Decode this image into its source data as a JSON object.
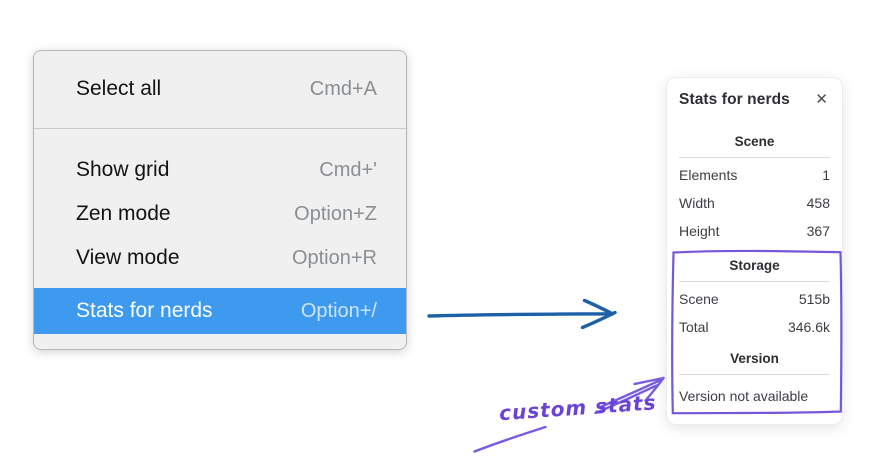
{
  "colors": {
    "menu_highlight": "#3d9aef",
    "menu_background": "#f0f0f1",
    "blue_arrow": "#1c61a8",
    "purple_annotation": "#7557da",
    "purple_text": "#6b42d8"
  },
  "context_menu": {
    "groups": [
      {
        "items": [
          {
            "label": "Select all",
            "shortcut": "Cmd+A",
            "highlighted": false
          }
        ]
      },
      {
        "items": [
          {
            "label": "Show grid",
            "shortcut": "Cmd+'",
            "highlighted": false
          },
          {
            "label": "Zen mode",
            "shortcut": "Option+Z",
            "highlighted": false
          },
          {
            "label": "View mode",
            "shortcut": "Option+R",
            "highlighted": false
          },
          {
            "label": "Stats for nerds",
            "shortcut": "Option+/",
            "highlighted": true
          }
        ]
      }
    ]
  },
  "stats_panel": {
    "title": "Stats for nerds",
    "close_icon": "✕",
    "sections": [
      {
        "title": "Scene",
        "rows": [
          {
            "label": "Elements",
            "value": "1"
          },
          {
            "label": "Width",
            "value": "458"
          },
          {
            "label": "Height",
            "value": "367"
          }
        ]
      },
      {
        "title": "Storage",
        "rows": [
          {
            "label": "Scene",
            "value": "515b"
          },
          {
            "label": "Total",
            "value": "346.6k"
          }
        ]
      },
      {
        "title": "Version",
        "rows": [],
        "note": "Version not available"
      }
    ]
  },
  "annotations": {
    "custom_stats_label": "custom stats"
  }
}
